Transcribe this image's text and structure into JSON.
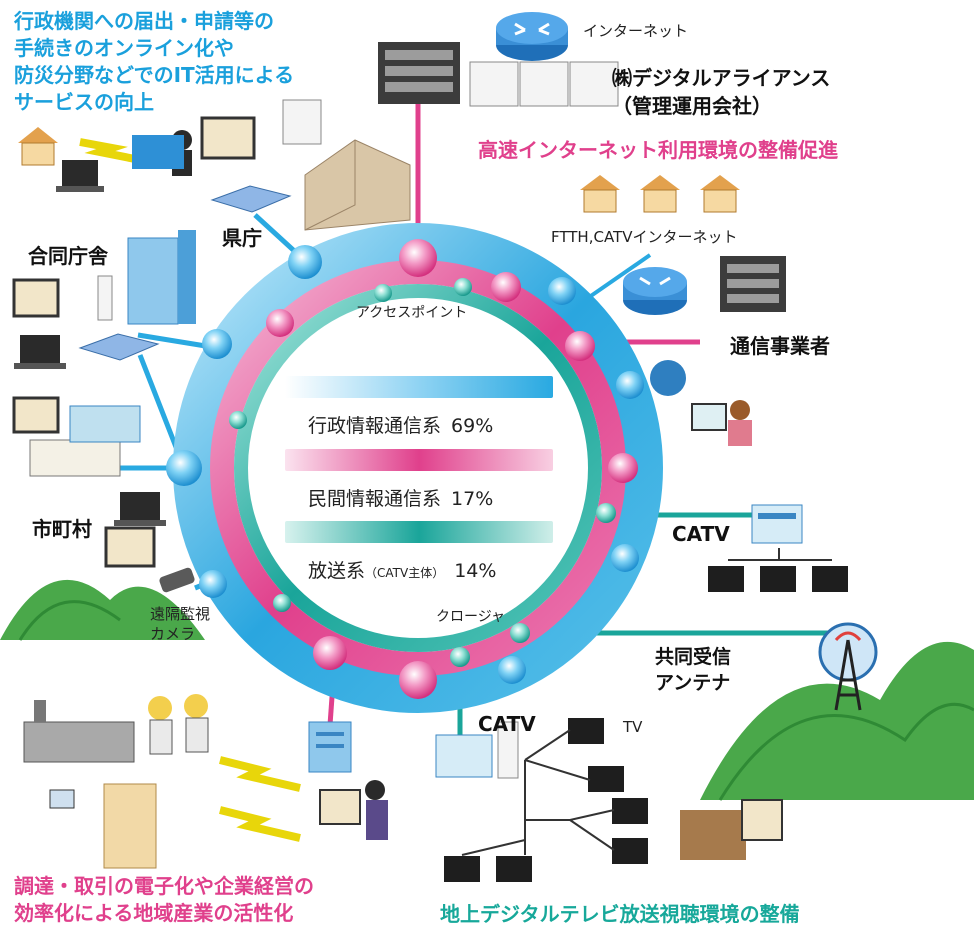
{
  "colors": {
    "admin": "#29a9e1",
    "private": "#e0408c",
    "broadcast": "#1aa59a",
    "mountain": "#4aa84a"
  },
  "headlines": {
    "top_left_l1": "行政機関への届出・申請等の",
    "top_left_l2": "手続きのオンライン化や",
    "top_left_l3": "防災分野などでのIT活用による",
    "top_left_l4": "サービスの向上",
    "top_right": "高速インターネット利用環境の整備促進",
    "bottom_left_l1": "調達・取引の電子化や企業経営の",
    "bottom_left_l2": "効率化による地域産業の活性化",
    "bottom_right": "地上デジタルテレビ放送視聴環境の整備"
  },
  "labels": {
    "internet": "インターネット",
    "alliance": "㈱デジタルアライアンス",
    "alliance_sub": "（管理運用会社）",
    "prefecture": "県庁",
    "joint_office": "合同庁舎",
    "municipality": "市町村",
    "camera_l1": "遠隔監視",
    "camera_l2": "カメラ",
    "ftth": "FTTH,CATVインターネット",
    "carrier": "通信事業者",
    "access_point": "アクセスポイント",
    "closure": "クロージャ",
    "catv_right": "CATV",
    "antenna_l1": "共同受信",
    "antenna_l2": "アンテナ",
    "catv_bottom": "CATV",
    "tv": "TV"
  },
  "legend": [
    {
      "name": "行政情報通信系",
      "pct": "69%",
      "sub": ""
    },
    {
      "name": "民間情報通信系",
      "pct": "17%",
      "sub": ""
    },
    {
      "name": "放送系",
      "pct": "14%",
      "sub": "（CATV主体）"
    }
  ]
}
